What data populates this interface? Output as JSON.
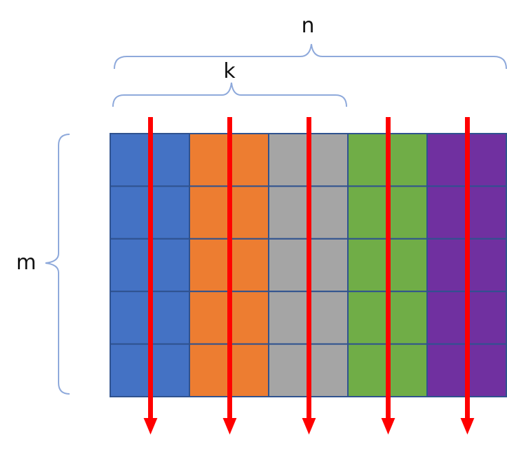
{
  "labels": {
    "n": "n",
    "k": "k",
    "m": "m"
  },
  "grid": {
    "rows": 5,
    "columns": 5
  },
  "colors": {
    "columns": [
      "#4472C4",
      "#ED7D31",
      "#A5A5A5",
      "#70AD47",
      "#7030A0"
    ],
    "cell_border": "#2F528F",
    "arrow": "#FF0000",
    "brace": "#8EA9DB"
  },
  "arrows": {
    "count": 5,
    "direction": "down"
  }
}
